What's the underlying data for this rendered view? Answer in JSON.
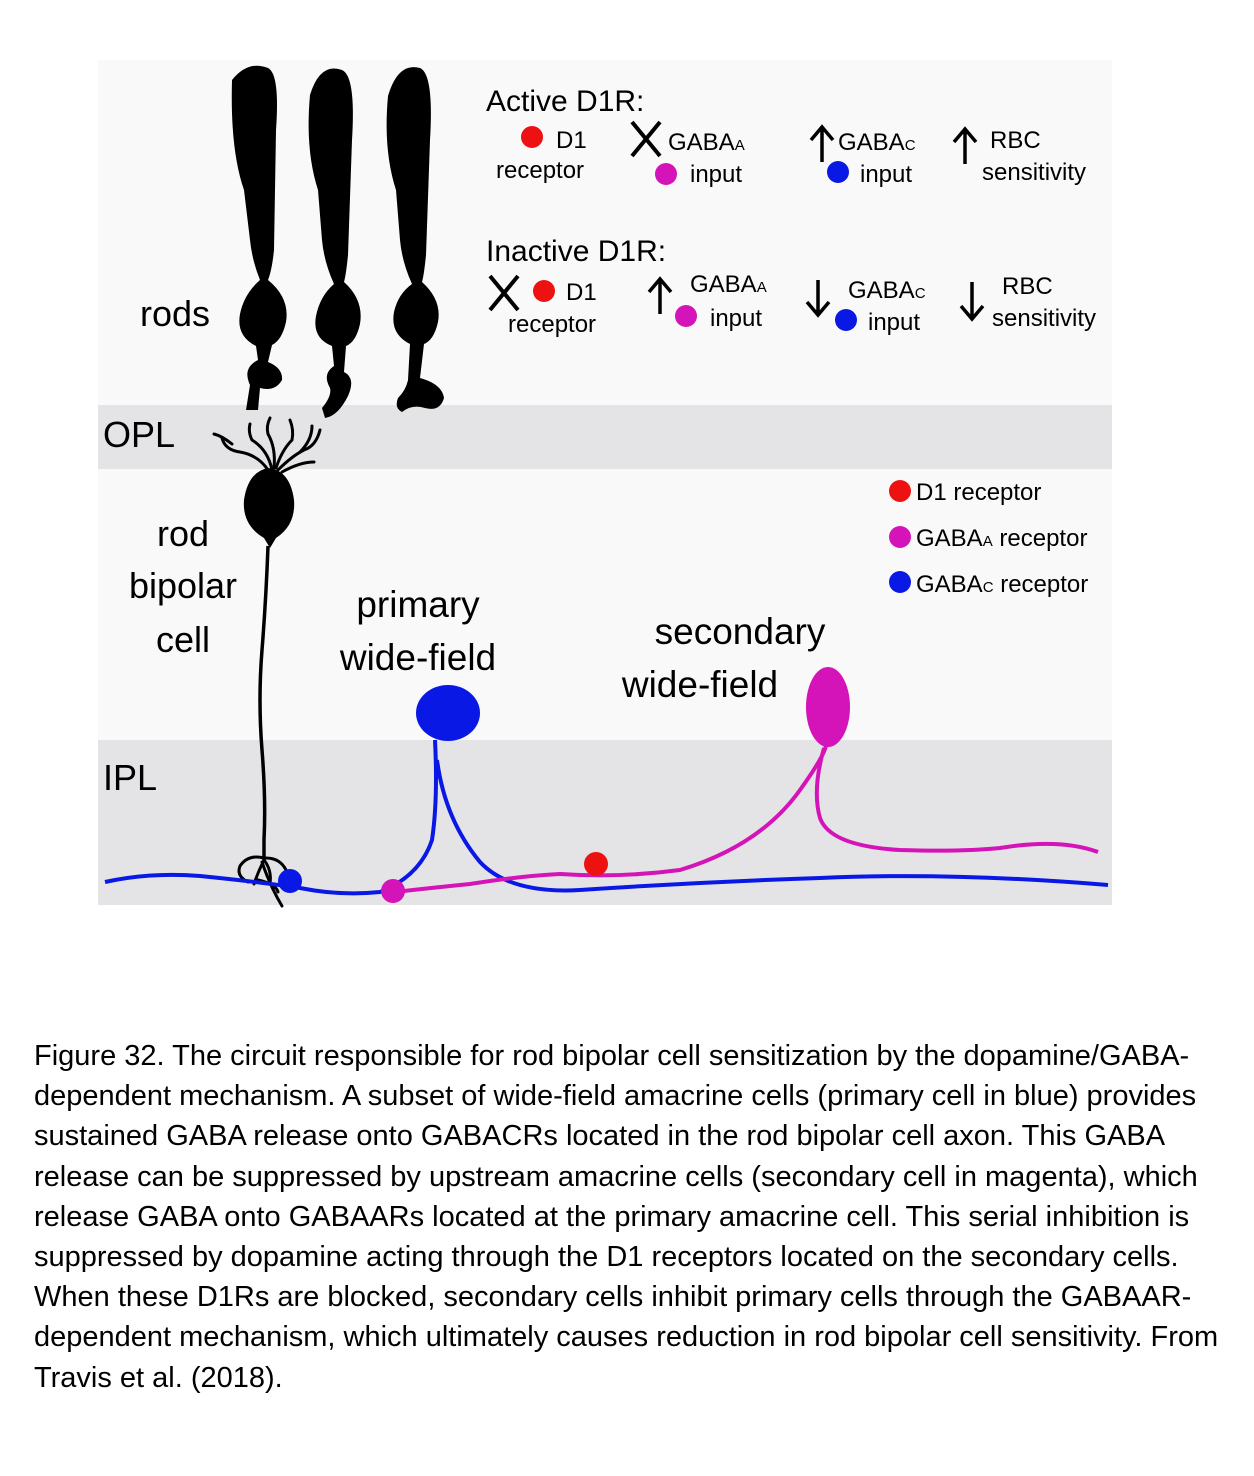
{
  "layers": {
    "opl": "OPL",
    "ipl": "IPL"
  },
  "cell_labels": {
    "rods": "rods",
    "rod_bipolar": [
      "rod",
      "bipolar",
      "cell"
    ],
    "primary": [
      "primary",
      "wide-field"
    ],
    "secondary": [
      "secondary",
      "wide-field"
    ]
  },
  "active": {
    "title": "Active D1R:",
    "d1": [
      "D1",
      "receptor"
    ],
    "gabaa": {
      "base": "GABA",
      "sub": "A",
      "input": "input"
    },
    "gabac": {
      "base": "GABA",
      "sub": "C",
      "input": "input"
    },
    "rbc": [
      "RBC",
      "sensitivity"
    ]
  },
  "inactive": {
    "title": "Inactive D1R:",
    "d1": [
      "D1",
      "receptor"
    ],
    "gabaa": {
      "base": "GABA",
      "sub": "A",
      "input": "input"
    },
    "gabac": {
      "base": "GABA",
      "sub": "C",
      "input": "input"
    },
    "rbc": [
      "RBC",
      "sensitivity"
    ]
  },
  "legend": {
    "d1": "D1 receptor",
    "gabaa": {
      "base": "GABA",
      "sub": "A",
      "rest": " receptor"
    },
    "gabac": {
      "base": "GABA",
      "sub": "C",
      "rest": " receptor"
    }
  },
  "colors": {
    "d1_receptor": "#ee1111",
    "gabaa_receptor": "#d413b8",
    "gabac_receptor": "#0a18e6",
    "layer_band": "#e4e4e6",
    "background_panel": "#f9f9f9"
  },
  "icons": {
    "blocked": "x-mark-icon",
    "increase": "up-arrow-icon",
    "decrease": "down-arrow-icon"
  },
  "caption": "Figure 32. The circuit responsible for rod bipolar cell sensitization by the dopamine/GABA-dependent mechanism. A subset of wide-field amacrine cells (primary cell in blue) provides sustained GABA release onto GABACRs located in the rod bipolar cell axon. This GABA release can be suppressed by upstream amacrine cells (secondary cell in magenta), which release GABA onto GABAARs located at the primary amacrine cell. This serial inhibition is suppressed by dopamine acting through the D1 receptors located on the secondary cells. When these D1Rs are blocked, secondary cells inhibit primary cells through the GABAAR-dependent mechanism, which ultimately causes reduction in rod bipolar cell sensitivity. From Travis et al. (2018)."
}
